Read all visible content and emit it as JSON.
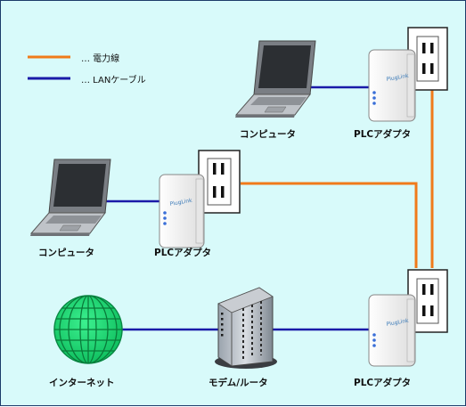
{
  "legend": {
    "power": {
      "label": "… 電力線",
      "color": "#f07a1a"
    },
    "lan": {
      "label": "… LANケーブル",
      "color": "#1a1aa8"
    }
  },
  "devices": {
    "computer_top": "コンピュータ",
    "computer_left": "コンピュータ",
    "plc_top": "PLCアダプタ",
    "plc_mid": "PLCアダプタ",
    "plc_bottom": "PLCアダプタ",
    "router": "モデム/ルータ",
    "internet": "インターネット"
  },
  "colors": {
    "background": "#d8fafa",
    "border": "#1c3b6a",
    "globe": "#18e07a"
  }
}
